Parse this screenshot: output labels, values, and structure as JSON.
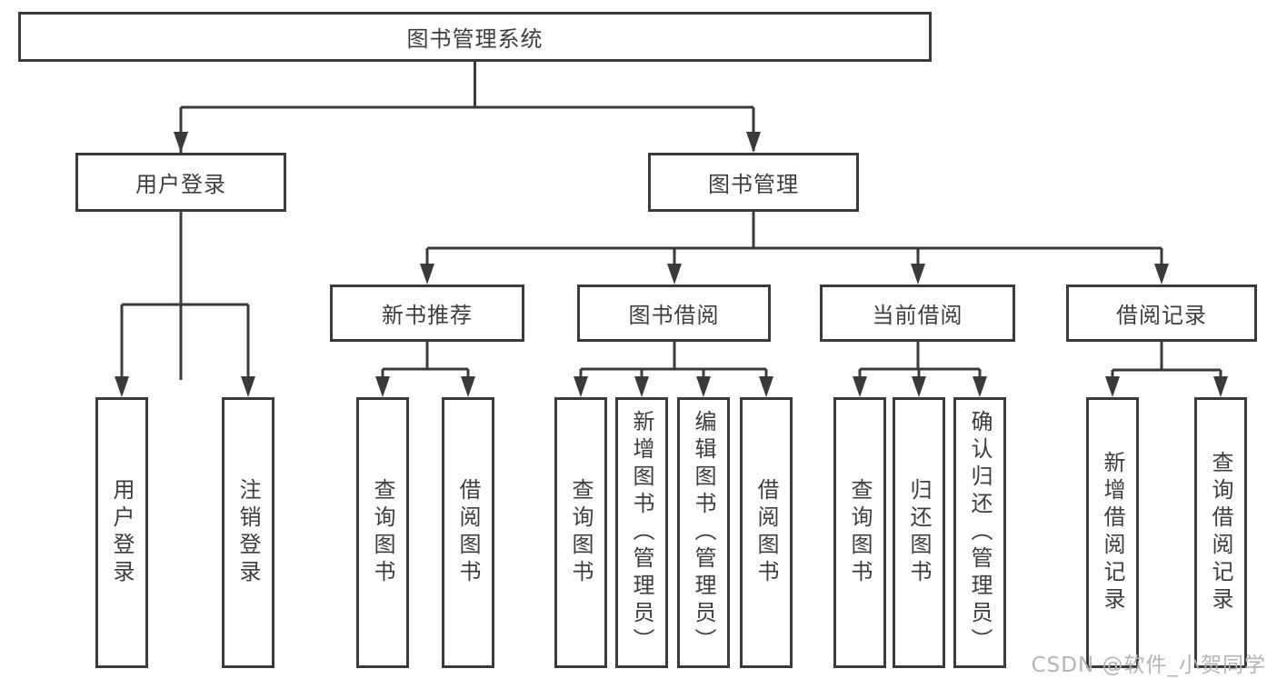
{
  "tree": {
    "root": {
      "label": "图书管理系统"
    },
    "branches": [
      {
        "label": "用户登录",
        "children": [
          {
            "label": "用户登录"
          },
          {
            "label": "注销登录"
          }
        ]
      },
      {
        "label": "图书管理",
        "children": [
          {
            "label": "新书推荐",
            "children": [
              {
                "label": "查询图书"
              },
              {
                "label": "借阅图书"
              }
            ]
          },
          {
            "label": "图书借阅",
            "children": [
              {
                "label": "查询图书"
              },
              {
                "label": "新增图书（管理员）"
              },
              {
                "label": "编辑图书（管理员）"
              },
              {
                "label": "借阅图书"
              }
            ]
          },
          {
            "label": "当前借阅",
            "children": [
              {
                "label": "查询图书"
              },
              {
                "label": "归还图书"
              },
              {
                "label": "确认归还（管理员）"
              }
            ]
          },
          {
            "label": "借阅记录",
            "children": [
              {
                "label": "新增借阅记录"
              },
              {
                "label": "查询借阅记录"
              }
            ]
          }
        ]
      }
    ]
  },
  "watermark": "CSDN @软件_小贺同学",
  "colors": {
    "line": "#3a3a3a",
    "box_border": "#3a3a3a",
    "text": "#3d3d3d",
    "background": "#ffffff",
    "watermark": "#b5b5b5"
  }
}
